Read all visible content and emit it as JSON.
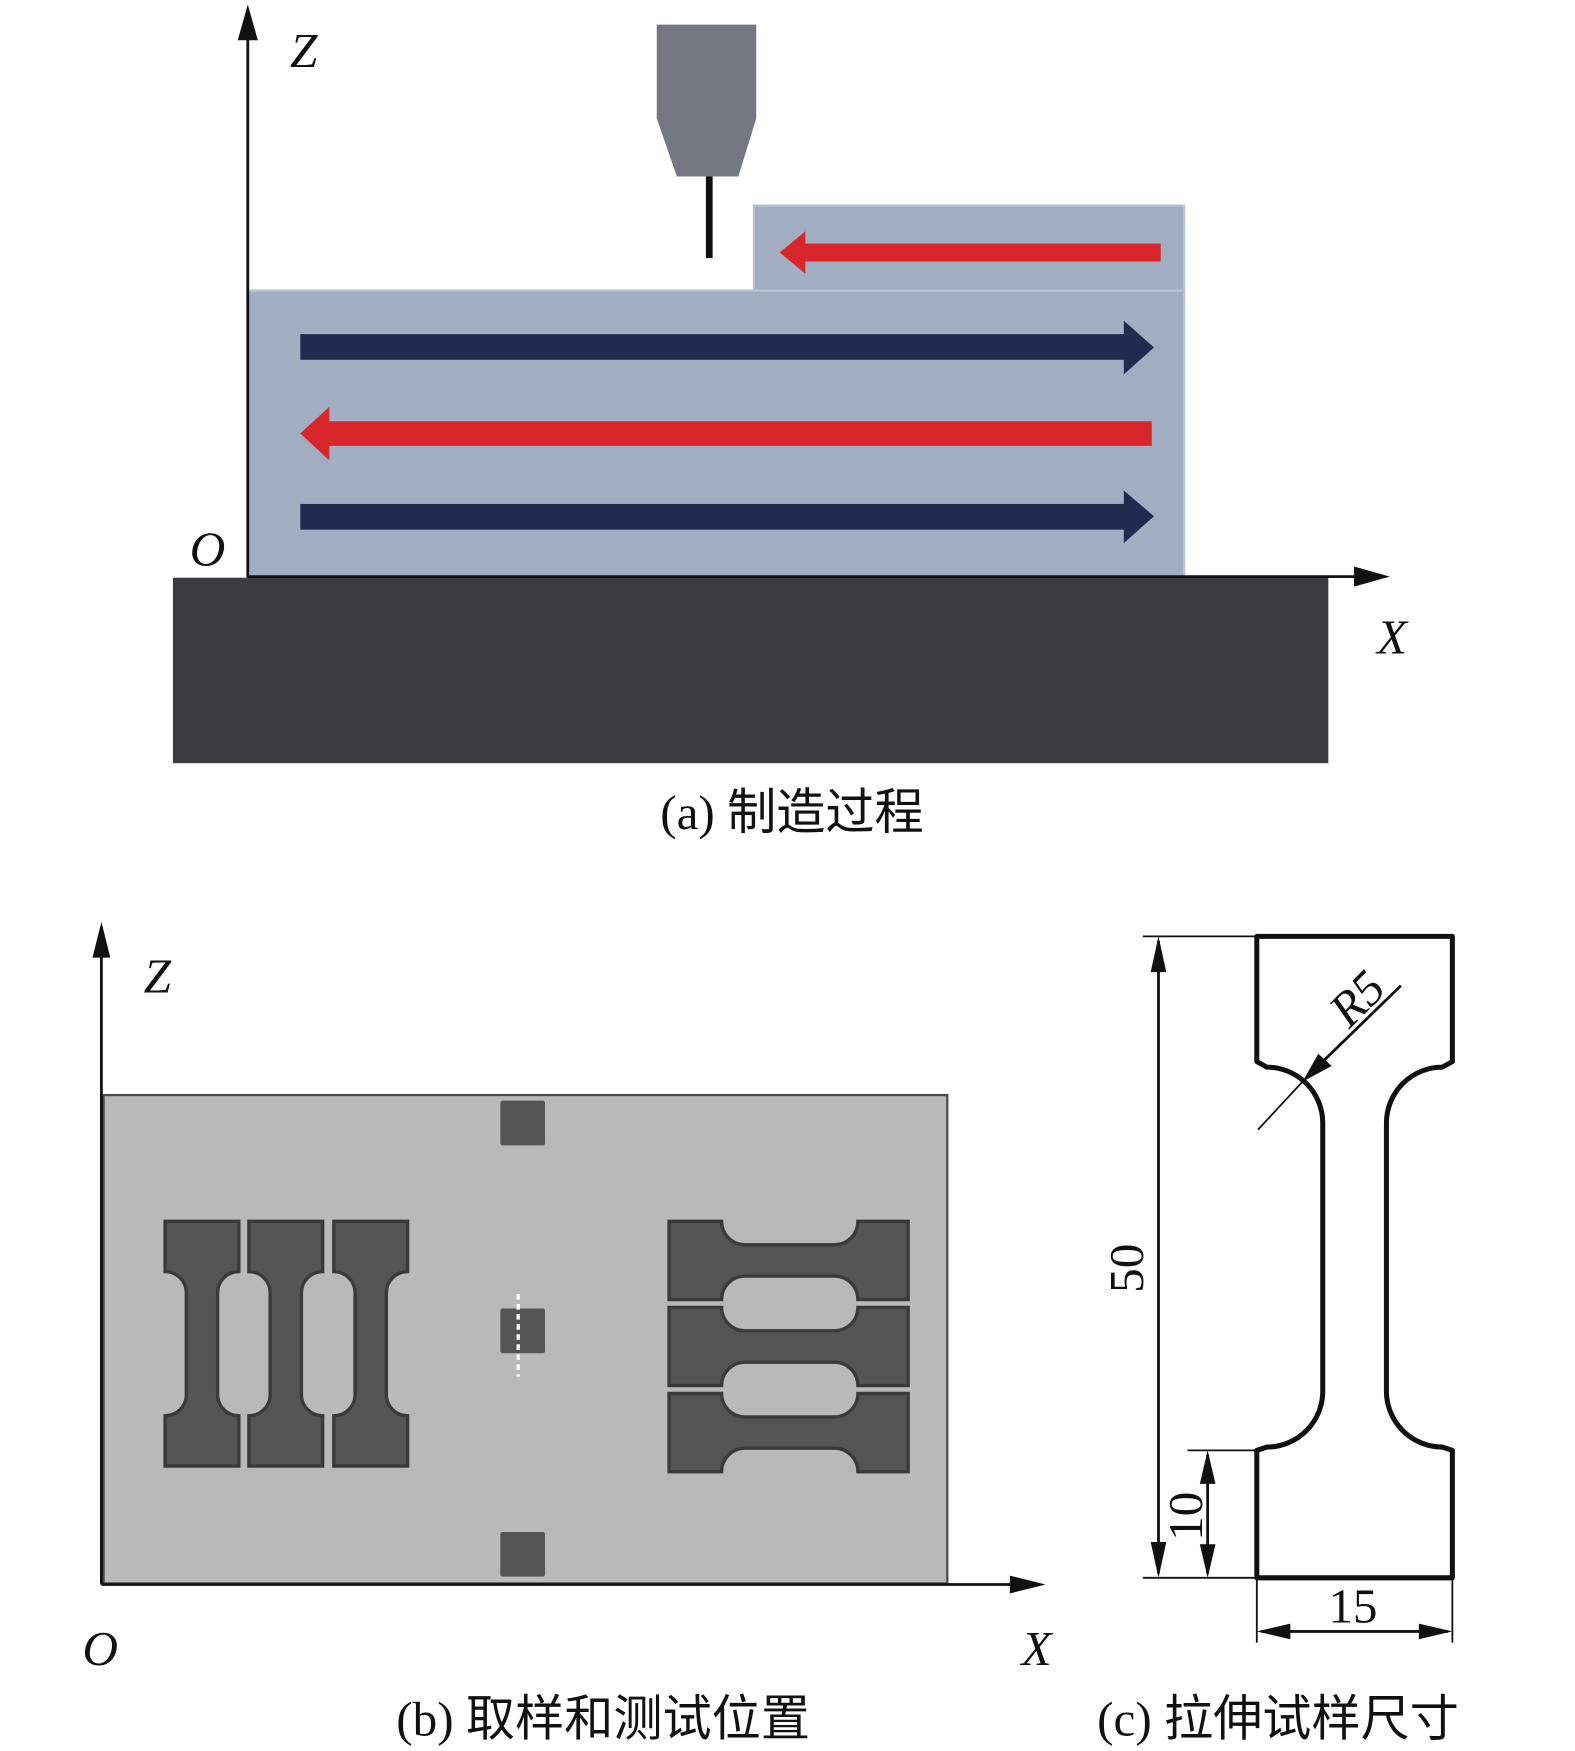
{
  "panel_a": {
    "axis_z": "Z",
    "axis_x": "X",
    "origin": "O",
    "caption": "(a) 制造过程"
  },
  "panel_b": {
    "axis_z": "Z",
    "axis_x": "X",
    "origin": "O",
    "caption": "(b) 取样和测试位置"
  },
  "panel_c": {
    "dim_total_length": "50",
    "dim_grip_length": "10",
    "dim_width": "15",
    "fillet_radius": "R5",
    "caption": "(c) 拉伸试样尺寸"
  },
  "colors": {
    "deposited_layer": "#a1adc1",
    "deposited_layer_edge": "#b9c3d6",
    "substrate": "#3c3b40",
    "tool": "#737882",
    "needle": "#111111",
    "forward_pass_arrow": "#232a4f",
    "reverse_pass_arrow": "#d8262a",
    "sample_plate": "#b9b9b9",
    "sample_plate_edge": "#4a4a4a",
    "specimen": "#545454",
    "specimen_edge": "#3a3a3a",
    "test_line": "#ffffff",
    "outline": "#111111"
  }
}
